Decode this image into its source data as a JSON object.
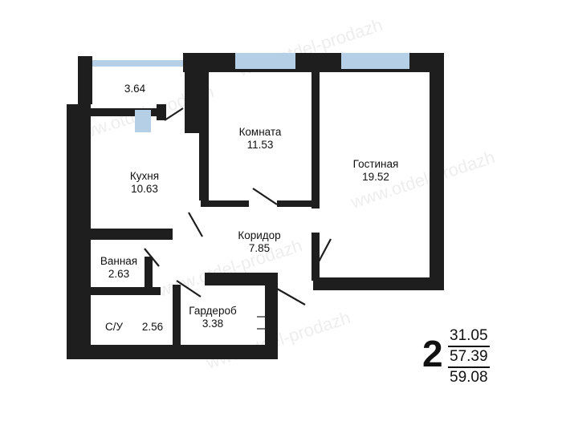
{
  "watermark": "www.otdel-prodazh",
  "rooms": {
    "balcony": {
      "area": "3.64"
    },
    "room": {
      "name": "Комната",
      "area": "11.53"
    },
    "living": {
      "name": "Гостиная",
      "area": "19.52"
    },
    "kitchen": {
      "name": "Кухня",
      "area": "10.63"
    },
    "corridor": {
      "name": "Коридор",
      "area": "7.85"
    },
    "bath": {
      "name": "Ванная",
      "area": "2.63"
    },
    "wardrobe": {
      "name": "Гардероб",
      "area": "3.38"
    },
    "wc": {
      "name": "С/У",
      "area": "2.56"
    }
  },
  "summary": {
    "rooms_count": "2",
    "living_area": "31.05",
    "total_area": "57.39",
    "total_with_balcony": "59.08"
  },
  "colors": {
    "wall": "#1e1e1e",
    "window": "#b4cfe6"
  }
}
